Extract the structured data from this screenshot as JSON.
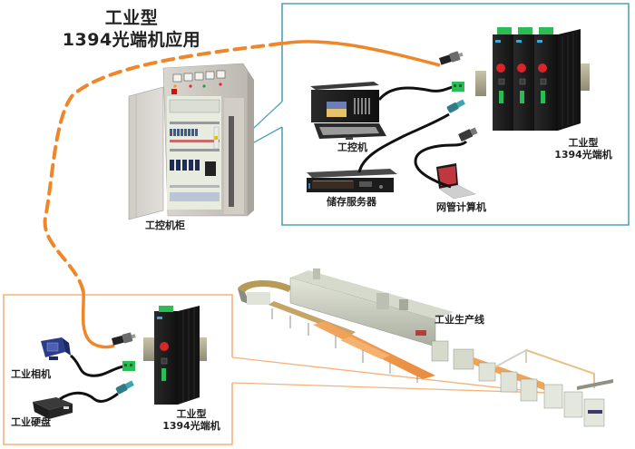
{
  "title": {
    "line1": "工业型",
    "line2": "1394光端机应用"
  },
  "colors": {
    "fiber_orange": "#f0862a",
    "callout_teal": "#4ea3b5",
    "box_orange": "#f5b27c",
    "cable_black": "#111111",
    "terminal_green": "#2dbb55",
    "usb_teal": "#2d7d86",
    "device_black": "#1b1b1b",
    "fiber_port_red": "#d9252a"
  },
  "control_room": {
    "cabinet_label": "工控机柜",
    "devices": {
      "ipc": "工控机",
      "storage_server": "储存服务器",
      "mgmt_laptop": "网管计算机",
      "converter_label_line1": "工业型",
      "converter_label_line2": "1394光端机"
    },
    "converter_count": 3
  },
  "field_site": {
    "devices": {
      "industrial_camera": "工业相机",
      "industrial_disk": "工业硬盘",
      "converter_label_line1": "工业型",
      "converter_label_line2": "1394光端机"
    },
    "production_line_label": "工业生产线"
  }
}
